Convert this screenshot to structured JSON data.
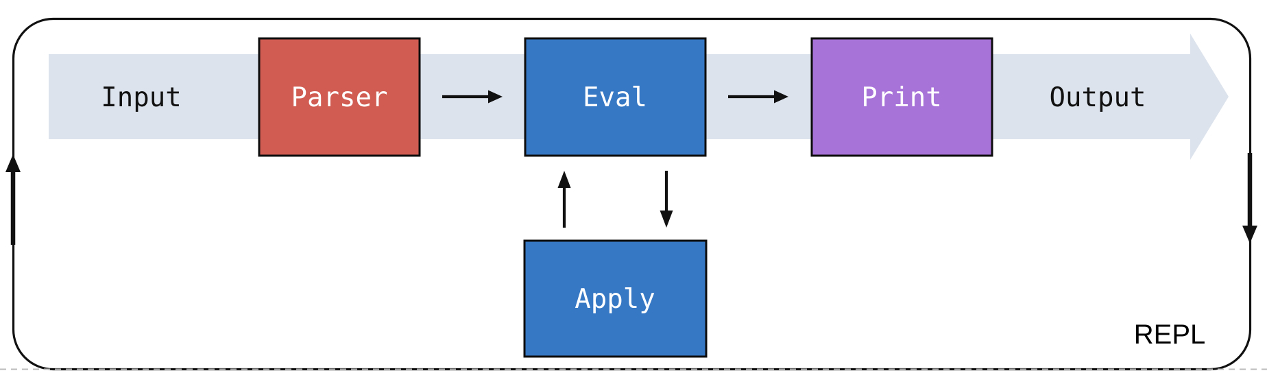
{
  "diagram": {
    "type": "flow-diagram",
    "title": "REPL",
    "band": {
      "input_label": "Input",
      "output_label": "Output",
      "fill": "#dde3ec"
    },
    "nodes": {
      "parser": {
        "label": "Parser",
        "fill": "#d05c52",
        "text_color": "#ffffff"
      },
      "eval": {
        "label": "Eval",
        "fill": "#3778c5",
        "text_color": "#ffffff"
      },
      "print": {
        "label": "Print",
        "fill": "#a873d9",
        "text_color": "#ffffff"
      },
      "apply": {
        "label": "Apply",
        "fill": "#3778c5",
        "text_color": "#ffffff"
      }
    },
    "colors": {
      "loop_border": "#111111",
      "arrow": "#111111",
      "dashed_line": "#bbbbbb",
      "band_text": "#111111",
      "title_text": "#000000",
      "background": "#ffffff"
    }
  }
}
